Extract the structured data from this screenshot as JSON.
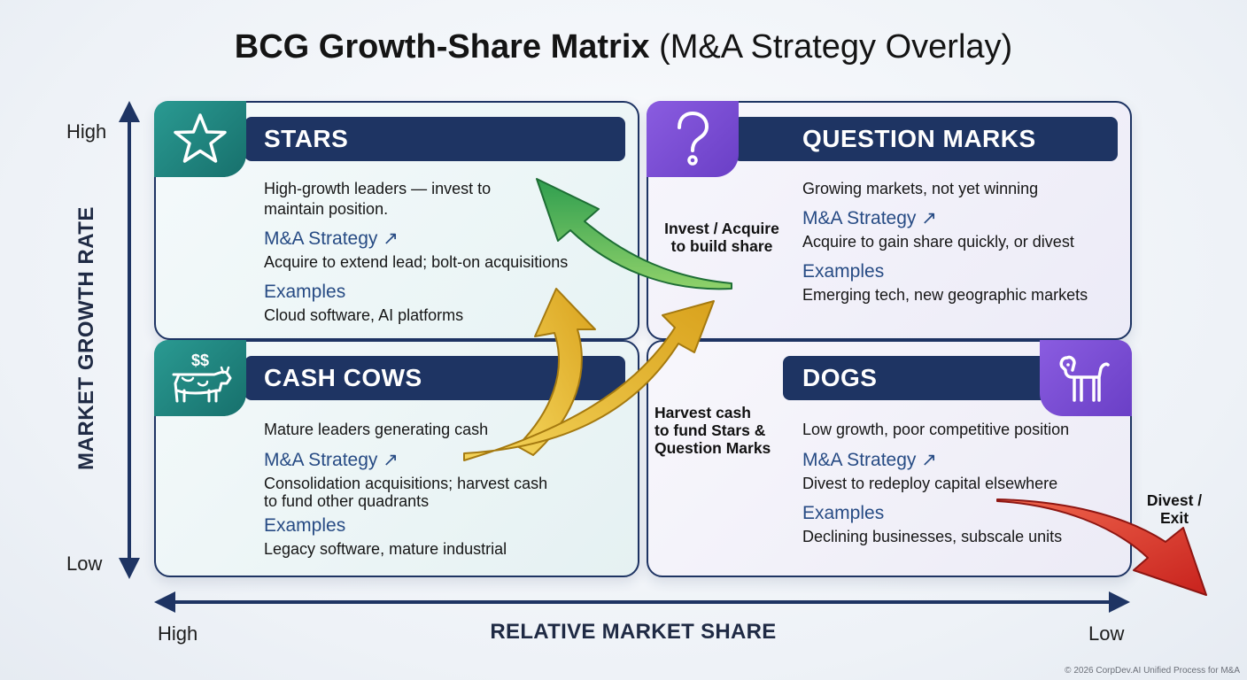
{
  "title": {
    "bold": "BCG Growth-Share Matrix",
    "sub": "(M&A Strategy Overlay)"
  },
  "y_axis": {
    "title": "MARKET GROWTH RATE",
    "high": "High",
    "low": "Low"
  },
  "x_axis": {
    "title": "RELATIVE MARKET SHARE",
    "high": "High",
    "low": "Low"
  },
  "quadrants": {
    "stars": {
      "name": "STARS",
      "desc": [
        "High-growth leaders — invest to",
        "maintain position."
      ],
      "strategy_label": "M&A Strategy ↗",
      "strategy": "Acquire to extend lead; bolt-on acquisitions",
      "examples_label": "Examples",
      "examples": "Cloud software, AI platforms",
      "icon": "star-icon"
    },
    "question_marks": {
      "name": "QUESTION MARKS",
      "desc": "Growing markets, not yet winning",
      "strategy_label": "M&A Strategy ↗",
      "strategy": "Acquire to gain share quickly, or divest",
      "examples_label": "Examples",
      "examples": "Emerging tech, new geographic markets",
      "icon": "question-mark-icon"
    },
    "cash_cows": {
      "name": "CASH COWS",
      "desc": "Mature leaders generating cash",
      "strategy_label": "M&A Strategy ↗",
      "strategy": [
        "Consolidation acquisitions; harvest cash",
        "to fund other quadrants"
      ],
      "examples_label": "Examples",
      "examples": "Legacy software, mature industrial",
      "icon": "cow-money-icon"
    },
    "dogs": {
      "name": "DOGS",
      "desc": "Low growth, poor competitive position",
      "strategy_label": "M&A Strategy ↗",
      "strategy": "Divest to redeploy capital elsewhere",
      "examples_label": "Examples",
      "examples": "Declining businesses, subscale units",
      "icon": "dog-icon"
    }
  },
  "flows": {
    "invest": {
      "line1": "Invest / Acquire",
      "line2": "to build share",
      "color": "#2f9e4f"
    },
    "harvest": {
      "line1": "Harvest cash",
      "line2": "to fund Stars &",
      "line3": "Question Marks",
      "color": "#e3ad2a"
    },
    "divest": {
      "line1": "Divest /",
      "line2": "Exit",
      "color": "#d8302a"
    }
  },
  "colors": {
    "navy": "#1e3463",
    "teal": "#1f8580",
    "purple": "#7a4fd4",
    "accent_text": "#274b84"
  },
  "copyright": "© 2026 CorpDev.AI Unified Process for M&A"
}
